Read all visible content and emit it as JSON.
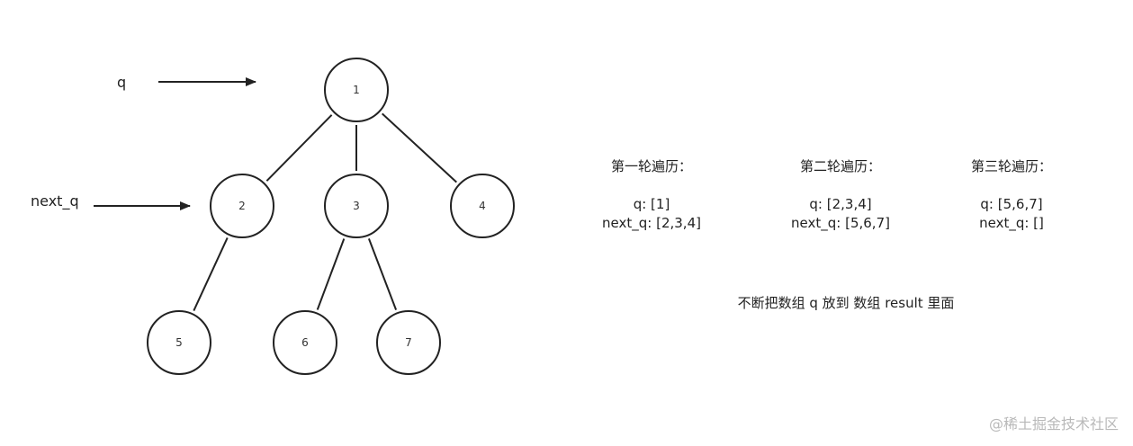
{
  "pointers": [
    {
      "id": "q",
      "label": "q",
      "target_node": "1"
    },
    {
      "id": "next_q",
      "label": "next_q",
      "target_node": "2"
    }
  ],
  "tree": {
    "nodes": [
      {
        "id": "1",
        "label": "1"
      },
      {
        "id": "2",
        "label": "2"
      },
      {
        "id": "3",
        "label": "3"
      },
      {
        "id": "4",
        "label": "4"
      },
      {
        "id": "5",
        "label": "5"
      },
      {
        "id": "6",
        "label": "6"
      },
      {
        "id": "7",
        "label": "7"
      }
    ],
    "edges": [
      {
        "from": "1",
        "to": "2"
      },
      {
        "from": "1",
        "to": "3"
      },
      {
        "from": "1",
        "to": "4"
      },
      {
        "from": "2",
        "to": "5"
      },
      {
        "from": "3",
        "to": "6"
      },
      {
        "from": "3",
        "to": "7"
      }
    ]
  },
  "rounds": [
    {
      "title": "第一轮遍历：",
      "q_line": "q: [1]",
      "next_q_line": "next_q: [2,3,4]"
    },
    {
      "title": "第二轮遍历：",
      "q_line": "q: [2,3,4]",
      "next_q_line": "next_q: [5,6,7]"
    },
    {
      "title": "第三轮遍历：",
      "q_line": "q: [5,6,7]",
      "next_q_line": "next_q: []"
    }
  ],
  "note": "不断把数组 q 放到 数组 result 里面",
  "watermark": "@稀土掘金技术社区"
}
